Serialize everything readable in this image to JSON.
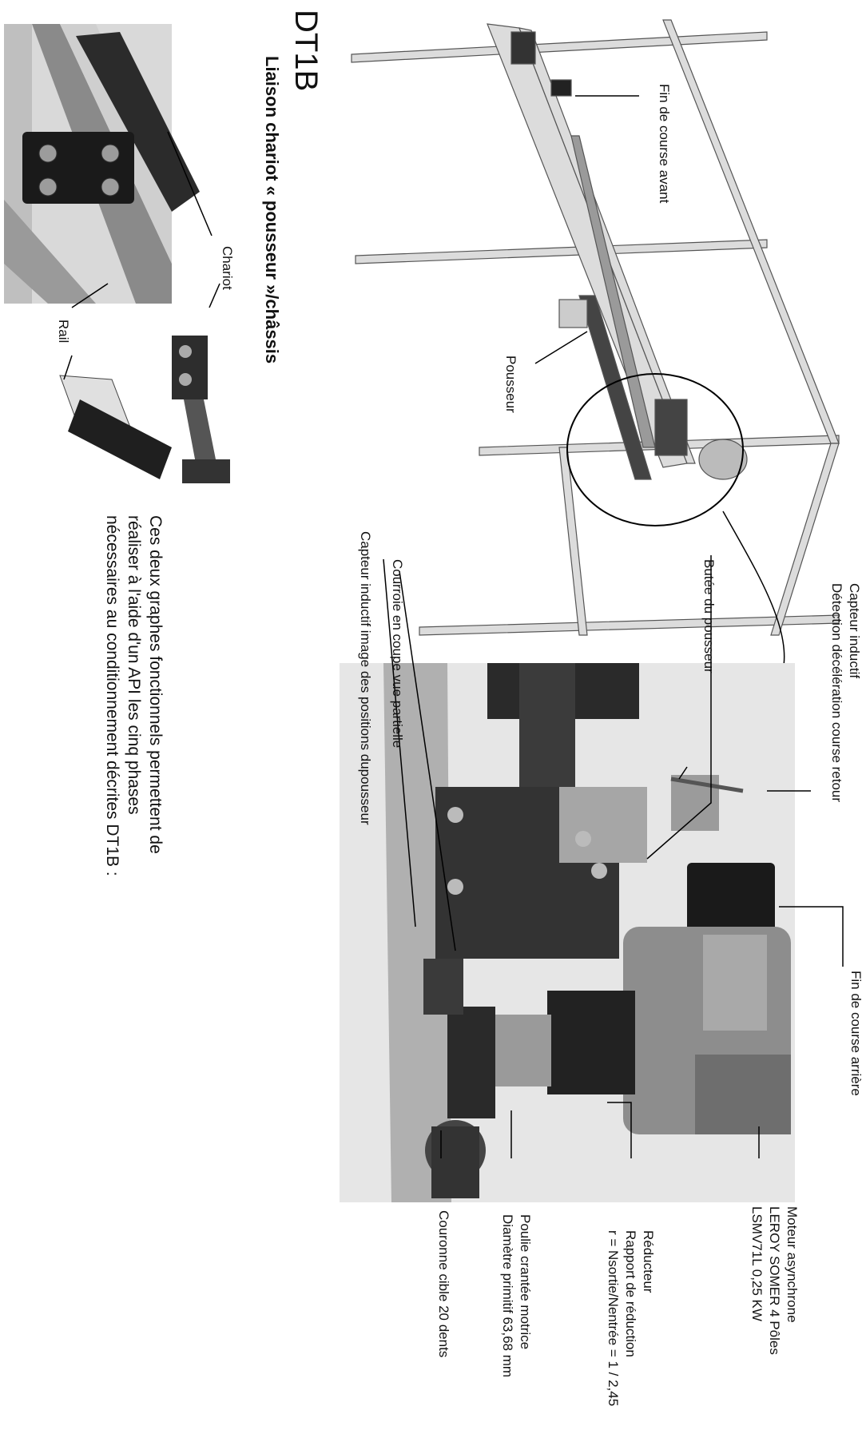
{
  "document": {
    "title": "DT1B",
    "subtitle": "Liaison chariot « pousseur »/châssis",
    "paragraph": [
      "Ces deux graphes fonctionnels permettent de",
      "réaliser à l'aide d'un API les cinq phases",
      "nécessaires au conditionnement décrites DT1B :"
    ]
  },
  "labels": {
    "chariot": "Chariot",
    "rail": "Rail",
    "fin_course_avant": "Fin de course avant",
    "pousseur": "Pousseur",
    "capteur_inductif_1": "Capteur inductif",
    "capteur_inductif_2": "Détection décélération course retour",
    "butee": "Butée du pousseur",
    "courroie": "Courroie en coupe vue partielle",
    "capteur_image": "Capteur  inductif  image des positions dupousseur",
    "fin_course_arriere": "Fin de course arrière",
    "moteur_1": "Moteur asynchrone",
    "moteur_2": "LEROY SOMER 4 Pôles",
    "moteur_3": "LSMV71L 0,25 KW",
    "reducteur_1": "Réducteur",
    "reducteur_2": "Rapport de réduction",
    "reducteur_3": "r = Nsortie/Nentrée = 1 / 2,45",
    "poulie_1": "Poulie crantée motrice",
    "poulie_2": "Diamètre primitif  63,68 mm",
    "couronne": "Couronne cible 20 dents"
  }
}
